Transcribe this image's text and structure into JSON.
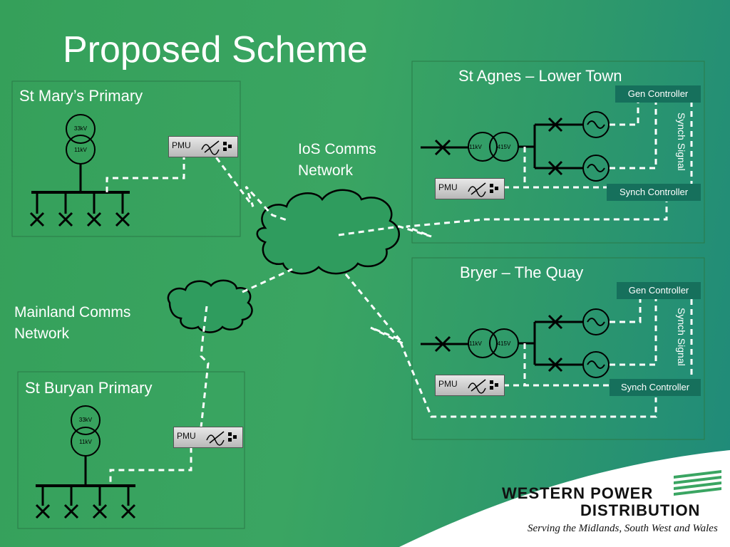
{
  "title": "Proposed Scheme",
  "sites": {
    "st_marys": {
      "name": "St Mary’s Primary",
      "hv": "33kV",
      "lv": "11kV",
      "pmu": "PMU"
    },
    "st_buryan": {
      "name": "St Buryan Primary",
      "hv": "33kV",
      "lv": "11kV",
      "pmu": "PMU"
    },
    "st_agnes": {
      "name": "St Agnes – Lower Town",
      "hv": "11kV",
      "lv": "415V",
      "pmu": "PMU",
      "gen": "Gen Controller",
      "synch": "Synch Controller",
      "signal": "Synch Signal"
    },
    "bryer": {
      "name": "Bryer – The Quay",
      "hv": "11kV",
      "lv": "415V",
      "pmu": "PMU",
      "gen": "Gen Controller",
      "synch": "Synch Controller",
      "signal": "Synch Signal"
    }
  },
  "networks": {
    "ios": {
      "line1": "IoS Comms",
      "line2": "Network"
    },
    "mainland": {
      "line1": "Mainland Comms",
      "line2": "Network"
    }
  },
  "logo": {
    "line1": "WESTERN POWER",
    "line2": "DISTRIBUTION",
    "tagline": "Serving the Midlands, South West and Wales"
  },
  "colors": {
    "accent": "#16705c",
    "line": "#ffffff",
    "ink": "#000000"
  }
}
